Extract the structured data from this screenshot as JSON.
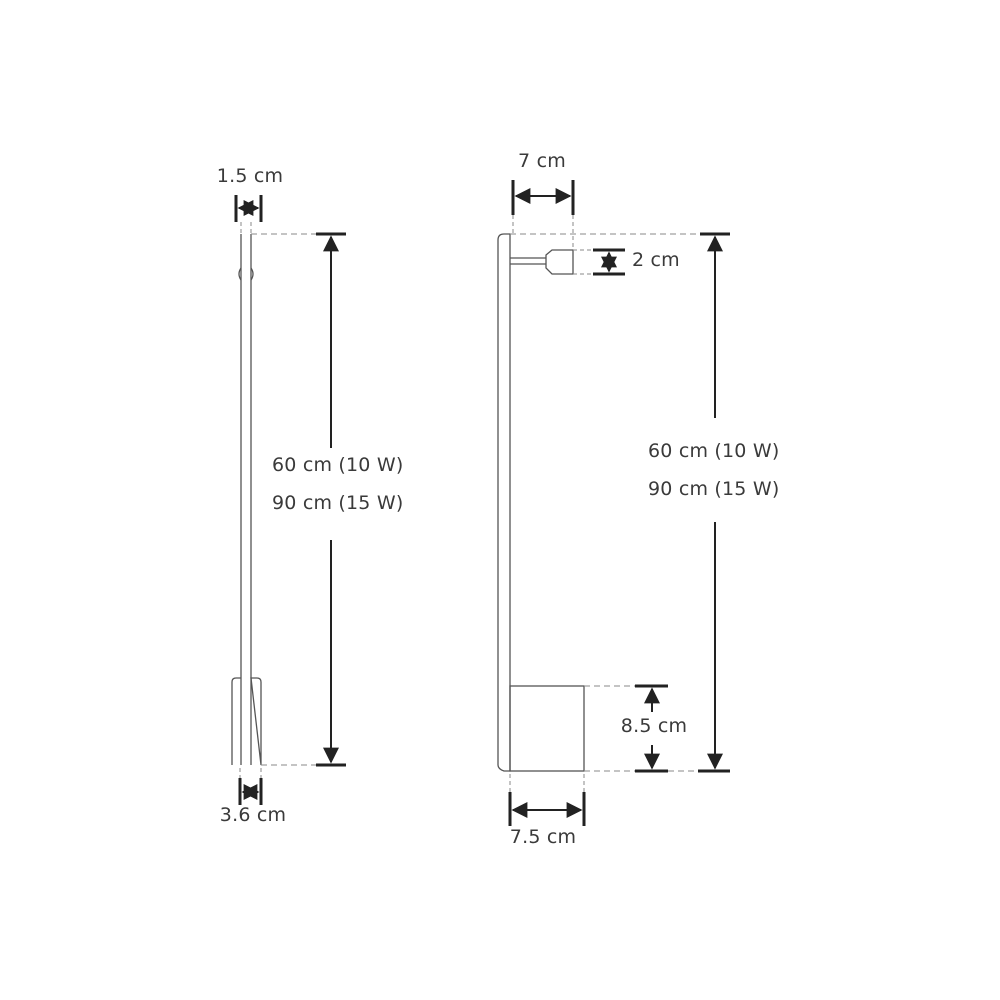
{
  "colors": {
    "line": "#222222",
    "outline": "#555555",
    "dash": "#888888",
    "text": "#3a3a3a",
    "background": "#ffffff"
  },
  "side_view": {
    "width_top": "1.5 cm",
    "height_lines": [
      "60 cm (10 W)",
      "90 cm (15 W)"
    ],
    "base_width": "3.6 cm"
  },
  "front_view": {
    "depth": "7 cm",
    "knob_height": "2 cm",
    "height_lines": [
      "60 cm (10 W)",
      "90 cm (15 W)"
    ],
    "base_height": "8.5 cm",
    "base_width": "7.5 cm"
  }
}
